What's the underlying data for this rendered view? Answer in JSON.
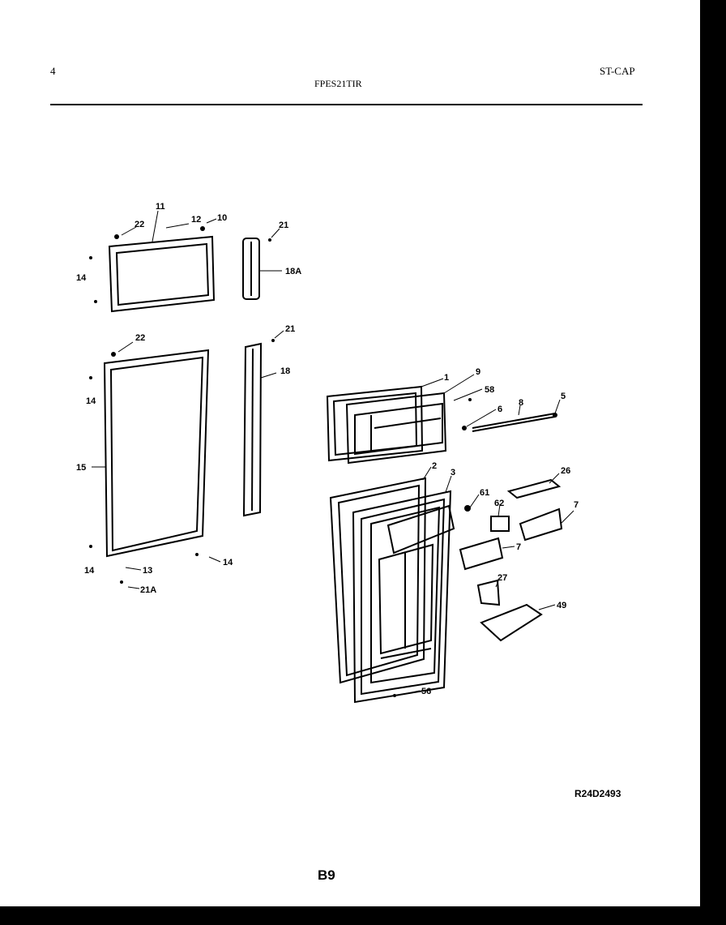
{
  "header": {
    "page_number": "4",
    "model": "FPES21TIR",
    "section": "ST-CAP"
  },
  "footer": {
    "reference": "R24D2493",
    "page_code": "B9"
  },
  "callouts": {
    "c11": "11",
    "c12": "12",
    "c10": "10",
    "c22a": "22",
    "c21a": "21",
    "c14a": "14",
    "c18a": "18A",
    "c22b": "22",
    "c21b": "21",
    "c14b": "14",
    "c18": "18",
    "c15": "15",
    "c14c": "14",
    "c14d": "14",
    "c13": "13",
    "c21c": "21A",
    "c1": "1",
    "c9": "9",
    "c58": "58",
    "c6": "6",
    "c8": "8",
    "c5": "5",
    "c2": "2",
    "c3": "3",
    "c61": "61",
    "c62": "62",
    "c26": "26",
    "c7a": "7",
    "c7b": "7",
    "c27": "27",
    "c49": "49",
    "c56": "56"
  }
}
